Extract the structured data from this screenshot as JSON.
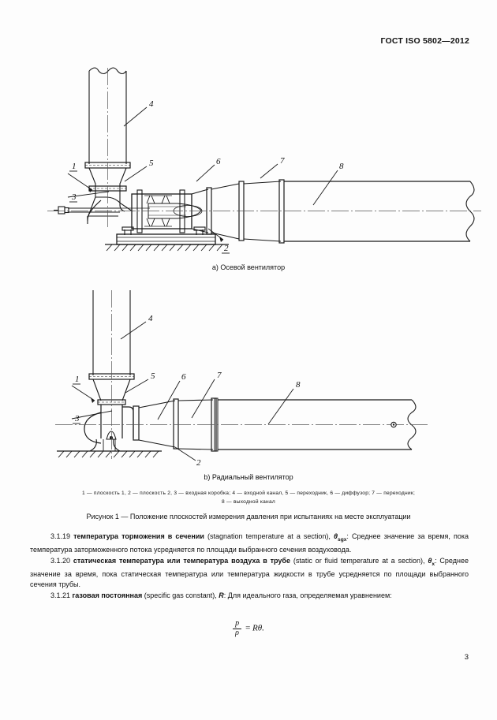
{
  "header": {
    "standard": "ГОСТ ISO 5802—2012"
  },
  "figures": {
    "a": {
      "caption": "a) Осевой вентилятор",
      "callouts": [
        "1",
        "2",
        "3",
        "4",
        "5",
        "6",
        "7",
        "8"
      ]
    },
    "b": {
      "caption": "b) Радиальный вентилятор",
      "callouts": [
        "1",
        "2",
        "3",
        "4",
        "5",
        "6",
        "7",
        "8"
      ]
    },
    "legend_line1": "1 — плоскость 1, 2 — плоскость 2, 3 — входная коробка; 4 — входной канал, 5 — переходник, 6 — диффузор; 7 — переходник;",
    "legend_line2": "8 — выходной канал",
    "figure_number": "Рисунок 1 — Положение плоскостей измерения давления при испытаниях на месте эксплуатации"
  },
  "clauses": [
    {
      "number": "3.1.19",
      "term_ru": "температура торможения в сечении",
      "term_en": "(stagnation temperature at a section)",
      "symbol": "θ",
      "symbol_sub": "sgx",
      "definition": "Среднее значение за время, пока температура заторможенного потока усредняется по площади выбранного сечения воздуховода."
    },
    {
      "number": "3.1.20",
      "term_ru": "статическая температура или температура воздуха в трубе",
      "term_en": "(static or fluid temperature at a section)",
      "symbol": "θ",
      "symbol_sub": "x",
      "definition": "Среднее значение за время, пока статическая температура или температура жидкости в трубе усредняется по площади выбранного сечения трубы."
    },
    {
      "number": "3.1.21",
      "term_ru": "газовая постоянная",
      "term_en": "(specific gas constant)",
      "symbol": "R",
      "symbol_sub": "",
      "definition": "Для идеального газа, определяемая уравнением:"
    }
  ],
  "formula": {
    "numerator": "p",
    "denominator": "ρ",
    "equals": "=",
    "right": "Rθ."
  },
  "page_number": "3",
  "colors": {
    "ink": "#111111",
    "paper": "#fdfdfd",
    "line": "#1a1a1a"
  }
}
